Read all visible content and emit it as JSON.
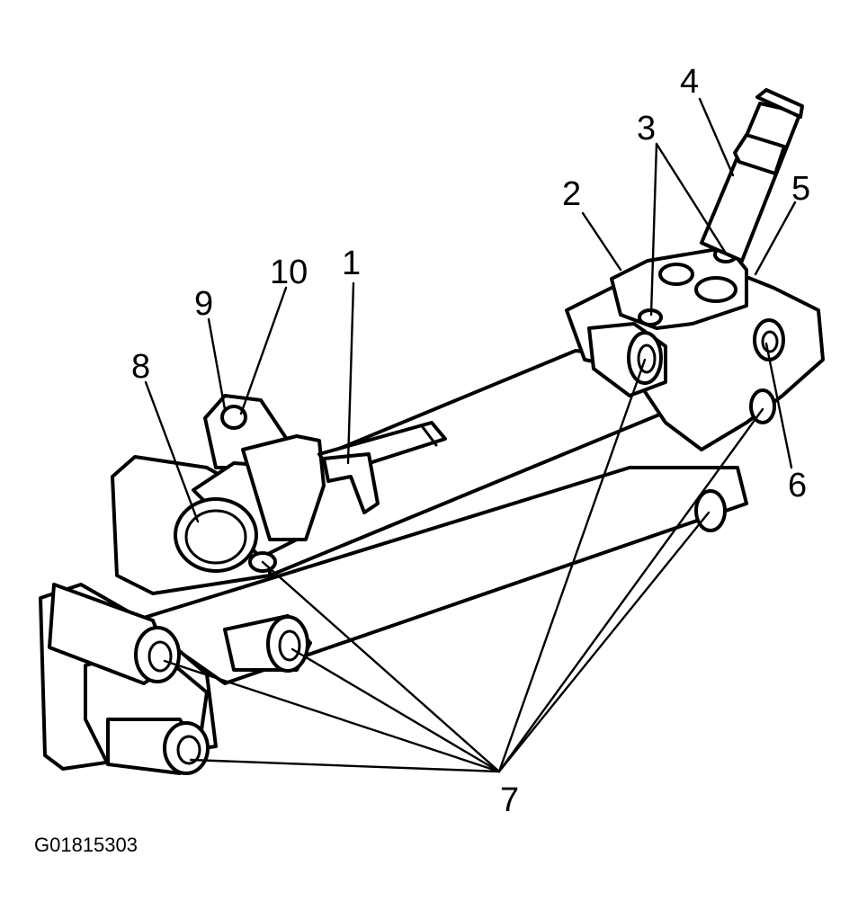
{
  "callouts": {
    "c1": "1",
    "c2": "2",
    "c3": "3",
    "c4": "4",
    "c5": "5",
    "c6": "6",
    "c7": "7",
    "c8": "8",
    "c9": "9",
    "c10": "10"
  },
  "figure_code": "G01815303",
  "colors": {
    "line": "#000000",
    "background": "#ffffff"
  }
}
